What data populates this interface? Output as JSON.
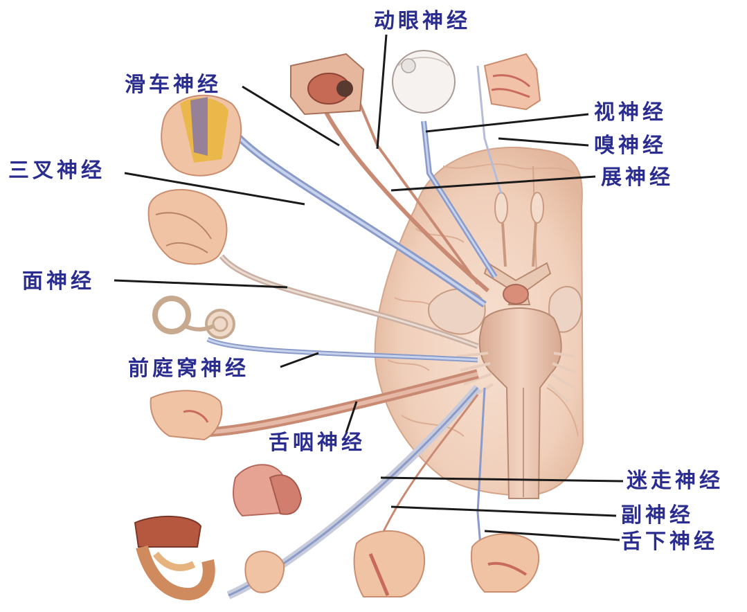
{
  "labels": {
    "oculomotor": "动眼神经",
    "trochlear": "滑车神经",
    "optic": "视神经",
    "olfactory": "嗅神经",
    "trigeminal": "三叉神经",
    "abducens": "展神经",
    "facial": "面神经",
    "vestibulocochlear": "前庭窝神经",
    "glossopharyngeal": "舌咽神经",
    "vagus": "迷走神经",
    "accessory": "副神经",
    "hypoglossal": "舌下神经"
  },
  "colors": {
    "label_text": "#2a2d8f",
    "leader_line": "#1a1a1a",
    "brain": "#f2d2bf",
    "brain_dark": "#d9a98e",
    "brainstem": "#e6bfa6",
    "skin": "#f0c3a5",
    "nerve_blue": "#8a9bc9",
    "nerve_red": "#c98a73"
  }
}
